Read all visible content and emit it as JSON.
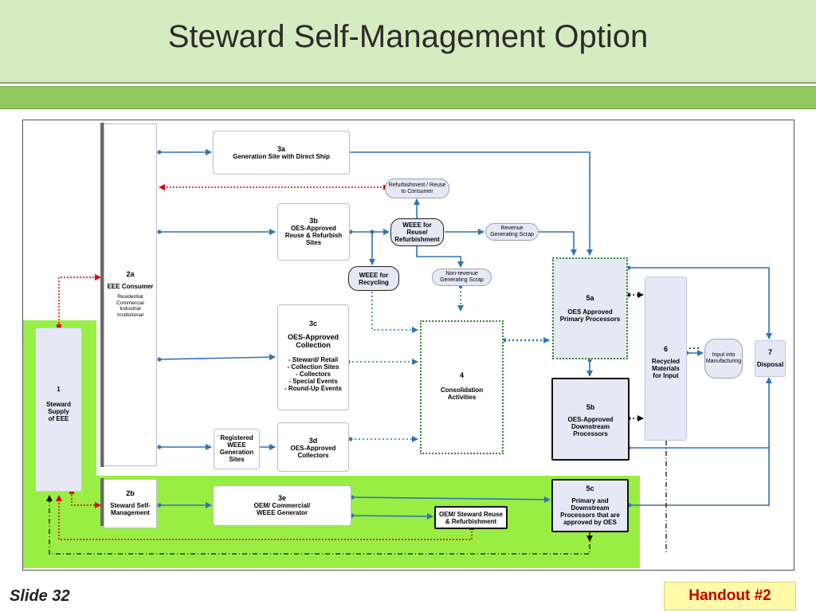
{
  "title": "Steward Self-Management Option",
  "footer": {
    "slide": "Slide 32",
    "handout": "Handout #2"
  },
  "nodes": {
    "n1": {
      "num": "1",
      "label": "Steward\nSupply\nof EEE"
    },
    "n2a": {
      "num": "2a",
      "label": "EEE Consumer",
      "sub": "Residential\nCommercial\nIndustrial\nInstitutional"
    },
    "n2b": {
      "num": "2b",
      "label": "Steward Self-\nManagement"
    },
    "n3a": {
      "num": "3a",
      "label": "Generation Site with Direct Ship"
    },
    "n3b": {
      "num": "3b",
      "label": "OES-Approved\nReuse & Refurbish\nSites"
    },
    "n3c": {
      "num": "3c",
      "label": "OES-Approved\nCollection",
      "sub": "- Steward/ Retail\n- Collection Sites\n- Collectors\n- Special Events\n- Round-Up Events"
    },
    "n3d": {
      "num": "3d",
      "label": "OES-Approved\nCollectors"
    },
    "n3e": {
      "num": "3e",
      "label": "OEM/ Commercial/\nWEEE Generator"
    },
    "reg": {
      "label": "Registered\nWEEE\nGeneration\nSites"
    },
    "n4": {
      "num": "4",
      "label": "Consolidation\nActivities"
    },
    "n5a": {
      "num": "5a",
      "label": "OES Approved\nPrimary Processors"
    },
    "n5b": {
      "num": "5b",
      "label": "OES-Approved\nDownstream\nProcessors"
    },
    "n5c": {
      "num": "5c",
      "label": "Primary and\nDownstream\nProcessors that are\napproved by OES"
    },
    "n6": {
      "num": "6",
      "label": "Recycled\nMaterials\nfor Input"
    },
    "n7": {
      "num": "7",
      "label": "Disposal"
    },
    "refurb": {
      "label": "Refurbishment / Reuse\nto Consumer"
    },
    "weee_reuse": {
      "label": "WEEE for\nReuse/\nRefurbishment"
    },
    "weee_recycling": {
      "label": "WEEE for\nRecycling"
    },
    "revenue": {
      "label": "Revenue\nGenerating Scrap"
    },
    "nonrevenue": {
      "label": "Non-revenue\nGenerating Scrap"
    },
    "input_mfg": {
      "label": "Input into\nManufacturing"
    },
    "oem_reuse": {
      "label": "OEM/ Steward Reuse\n& Refurbishment"
    }
  },
  "colors": {
    "flow_blue": "#2e75b6",
    "reuse_red": "#e00000",
    "dashdot_black": "#111111",
    "green_dotted": "#2a8a2a",
    "lime": "#99ee44",
    "header": "#d6ecc0",
    "band": "#92c95e",
    "handout_bg": "#fff9a8",
    "handout_text": "#c00000"
  }
}
